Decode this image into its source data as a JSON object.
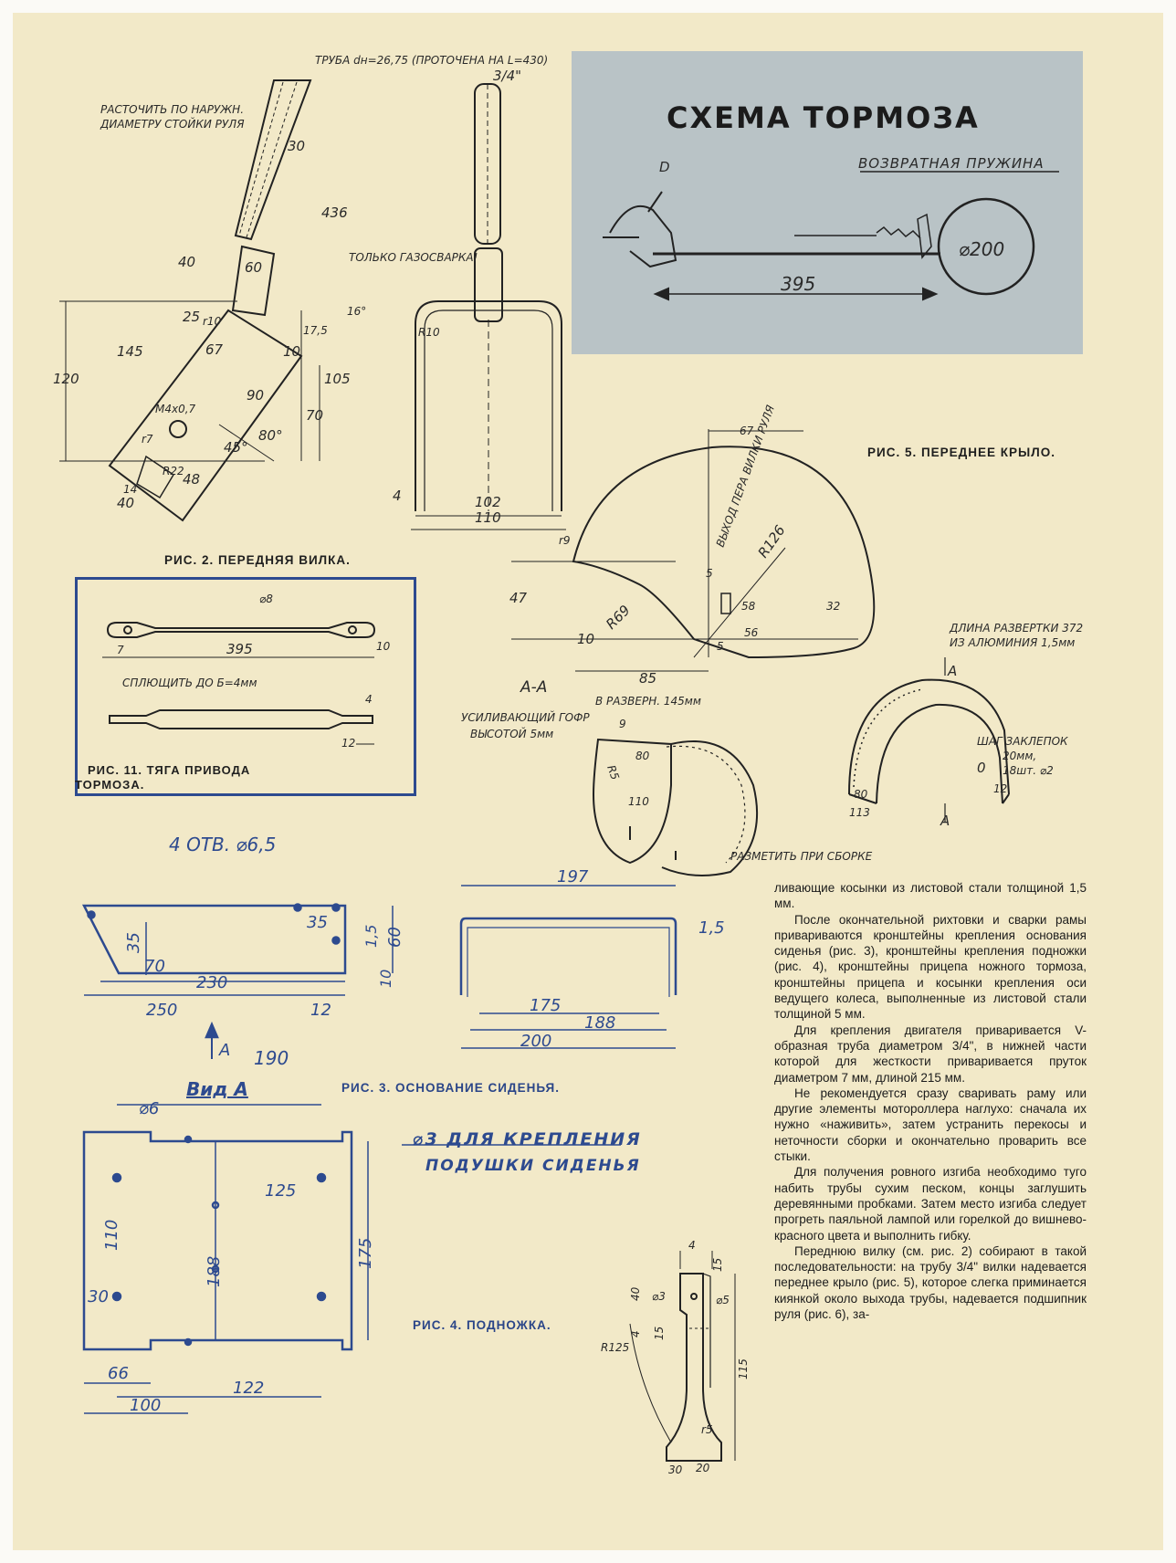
{
  "fig2": {
    "caption": "РИС. 2. ПЕРЕДНЯЯ ВИЛКА.",
    "note_tube": "ТРУБА dн=26,75 (ПРОТОЧЕНА НА L=430)",
    "note_bore_1": "РАСТОЧИТЬ ПО НАРУЖН.",
    "note_bore_2": "ДИАМЕТРУ СТОЙКИ РУЛЯ",
    "note_weld": "ТОЛЬКО ГАЗОСВАРКА!",
    "dims": [
      "3/4\"",
      "30",
      "436",
      "40",
      "60",
      "25",
      "r10",
      "67",
      "17,5",
      "16°",
      "10",
      "145",
      "120",
      "90",
      "105",
      "70",
      "80°",
      "45°",
      "M4x0,7",
      "r7",
      "R22",
      "14",
      "48",
      "40",
      "R10",
      "4",
      "102",
      "110"
    ]
  },
  "schema": {
    "title": "СХЕМА ТОРМОЗА",
    "spring_label": "ВОЗВРАТНАЯ ПРУЖИНА",
    "label_d": "D",
    "dim_395": "395",
    "dim_200": "⌀200"
  },
  "fig5": {
    "caption": "РИС. 5. ПЕРЕДНЕЕ КРЫЛО.",
    "dims": [
      "67",
      "R126",
      "r9",
      "47",
      "R69",
      "5",
      "58",
      "32",
      "56",
      "10",
      "5",
      "85"
    ],
    "note_exit": "ВЫХОД ПЕРА ВИЛКИ РУЛЯ",
    "note_length_1": "ДЛИНА РАЗВЕРТКИ 372",
    "note_length_2": "ИЗ АЛЮМИНИЯ 1,5мм",
    "section": "А-А",
    "note_develop": "В РАЗВЕРН. 145мм",
    "note_corrugation_1": "УСИЛИВАЮЩИЙ ГОФР",
    "note_corrugation_2": "ВЫСОТОЙ 5мм",
    "dims_section": [
      "9",
      "R5",
      "80",
      "110"
    ],
    "note_mark": "РАЗМЕТИТЬ ПРИ СБОРКЕ",
    "note_rivet_1": "ШАГ ЗАКЛЕПОК",
    "note_rivet_2": "20мм,",
    "note_rivet_3": "18шт. ⌀2",
    "dims_iso": [
      "A",
      "A",
      "0",
      "80",
      "113",
      "12"
    ]
  },
  "fig11": {
    "caption_1": "РИС. 11. ТЯГА ПРИВОДА",
    "caption_2": "ТОРМОЗА.",
    "note_flatten": "СПЛЮЩИТЬ ДО Б=4мм",
    "dims": [
      "⌀8",
      "7",
      "395",
      "10",
      "4",
      "12"
    ]
  },
  "fig3": {
    "caption": "РИС. 3. ОСНОВАНИЕ СИДЕНЬЯ.",
    "holes": "4 ОТВ. ⌀6,5",
    "dims": [
      "35",
      "35",
      "1,5",
      "60",
      "70",
      "230",
      "10",
      "250",
      "12",
      "197",
      "1,5",
      "175",
      "188",
      "200"
    ]
  },
  "fig4": {
    "caption": "РИС. 4. ПОДНОЖКА.",
    "arrow_label": "А",
    "view_label": "Вид А",
    "note_d3_1": "⌀3 ДЛЯ КРЕПЛЕНИЯ",
    "note_d3_2": "ПОДУШКИ СИДЕНЬЯ",
    "dims": [
      "190",
      "⌀6",
      "125",
      "110",
      "188",
      "175",
      "30",
      "66",
      "122",
      "100"
    ]
  },
  "bracket": {
    "dims": [
      "4",
      "15",
      "40",
      "⌀3",
      "⌀5",
      "4",
      "15",
      "R125",
      "115",
      "r5",
      "30",
      "20"
    ]
  },
  "article": {
    "paragraphs": [
      "ливающие косынки из листовой стали толщиной 1,5 мм.",
      "После окончательной рихтовки и сварки рамы привариваются кронштейны крепления основания сиденья (рис. 3), кронштейны крепления подножки (рис. 4), кронштейны прицепа ножного тормоза, кронштейны прицепа и косынки крепления оси ведущего колеса, выполненные из листовой стали толщиной 5 мм.",
      "Для крепления двигателя приваривается V-образная труба диаметром 3/4\", в нижней части которой для жесткости приваривается пруток диаметром 7 мм, длиной 215 мм.",
      "Не рекомендуется сразу сваривать раму или другие элементы мотороллера наглухо: сначала их нужно «наживить», затем устранить перекосы и неточности сборки и окончательно проварить все стыки.",
      "Для получения ровного изгиба необходимо туго набить трубы сухим песком, концы заглушить деревянными пробками. Затем место изгиба следует прогреть паяльной лампой или горелкой до вишнево-красного цвета и выполнить гибку.",
      "Переднюю вилку (см. рис. 2) собирают в такой последовательности: на трубу 3/4\" вилки надевается переднее крыло (рис. 5), которое слегка приминается киянкой около выхода трубы, надевается подшипник руля (рис. 6), за-"
    ]
  },
  "colors": {
    "paper": "#f2e9c8",
    "ink": "#1d1d1d",
    "blue_ink": "#2d4a8f",
    "panel": "#b9c3c6"
  }
}
